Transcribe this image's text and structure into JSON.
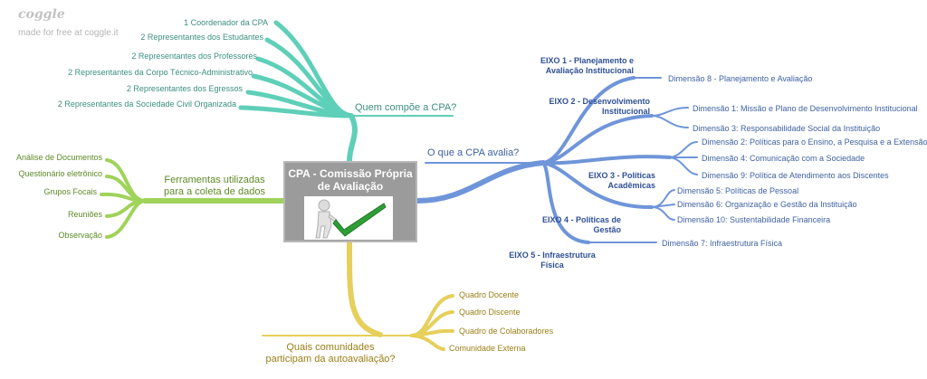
{
  "brand": {
    "logo": "coggle",
    "tagline": "made for free at coggle.it"
  },
  "central": {
    "title": "CPA - Comissão Própria de Avaliação",
    "image": "figure-with-checkmark"
  },
  "colors": {
    "teal": "#5ecfb8",
    "green": "#9fd35a",
    "blue": "#6f95d9",
    "gold": "#e6cf5b",
    "central": "#9b9b9b"
  },
  "branches": {
    "composition": {
      "label": "Quem compõe a CPA?",
      "items": [
        "1 Coordenador da CPA",
        "2 Representantes dos Estudantes",
        "2 Representantes dos Professores",
        "2 Representantes da Corpo Técnico-Administrativo",
        "2 Representantes dos Egressos",
        "2 Representantes da Sociedade Civil Organizada"
      ]
    },
    "tools": {
      "label": "Ferramentas utilizadas para a coleta de dados",
      "items": [
        "Análise de Documentos",
        "Questionário eletrônico",
        "Grupos Focais",
        "Reuniões",
        "Observação"
      ]
    },
    "evaluates": {
      "label": "O que a CPA avalia?",
      "axes": [
        {
          "label": "EIXO 1 - Planejamento e Avaliação Institucional",
          "dimensions": [
            "Dimensão 8 - Planejamento e Avaliação"
          ]
        },
        {
          "label": "EIXO 2 - Desenvolvimento Institucional",
          "dimensions": [
            "Dimensão 1: Missão e Plano de Desenvolvimento Institucional",
            "Dimensão 3: Responsabilidade Social da Instituição"
          ]
        },
        {
          "label": "EIXO 3 - Políticas Acadêmicas",
          "dimensions": [
            "Dimensão 2: Políticas para o Ensino, a Pesquisa e a Extensão",
            "Dimensão 4: Comunicação com a Sociedade",
            "Dimensão 9: Política de Atendimento aos Discentes"
          ]
        },
        {
          "label": "EIXO 4 - Políticas de Gestão",
          "dimensions": [
            "Dimensão 5: Políticas de Pessoal",
            "Dimensão 6: Organização e Gestão da Instituição",
            "Dimensão 10: Sustentabilidade Financeira"
          ]
        },
        {
          "label": "EIXO 5 - Infraestrutura Física",
          "dimensions": [
            "Dimensão 7: Infraestrutura Física"
          ]
        }
      ]
    },
    "communities": {
      "label": "Quais comunidades participam da autoavaliação?",
      "items": [
        "Quadro Docente",
        "Quadro Discente",
        "Quadro de Colaboradores",
        "Comunidade Externa"
      ]
    }
  }
}
